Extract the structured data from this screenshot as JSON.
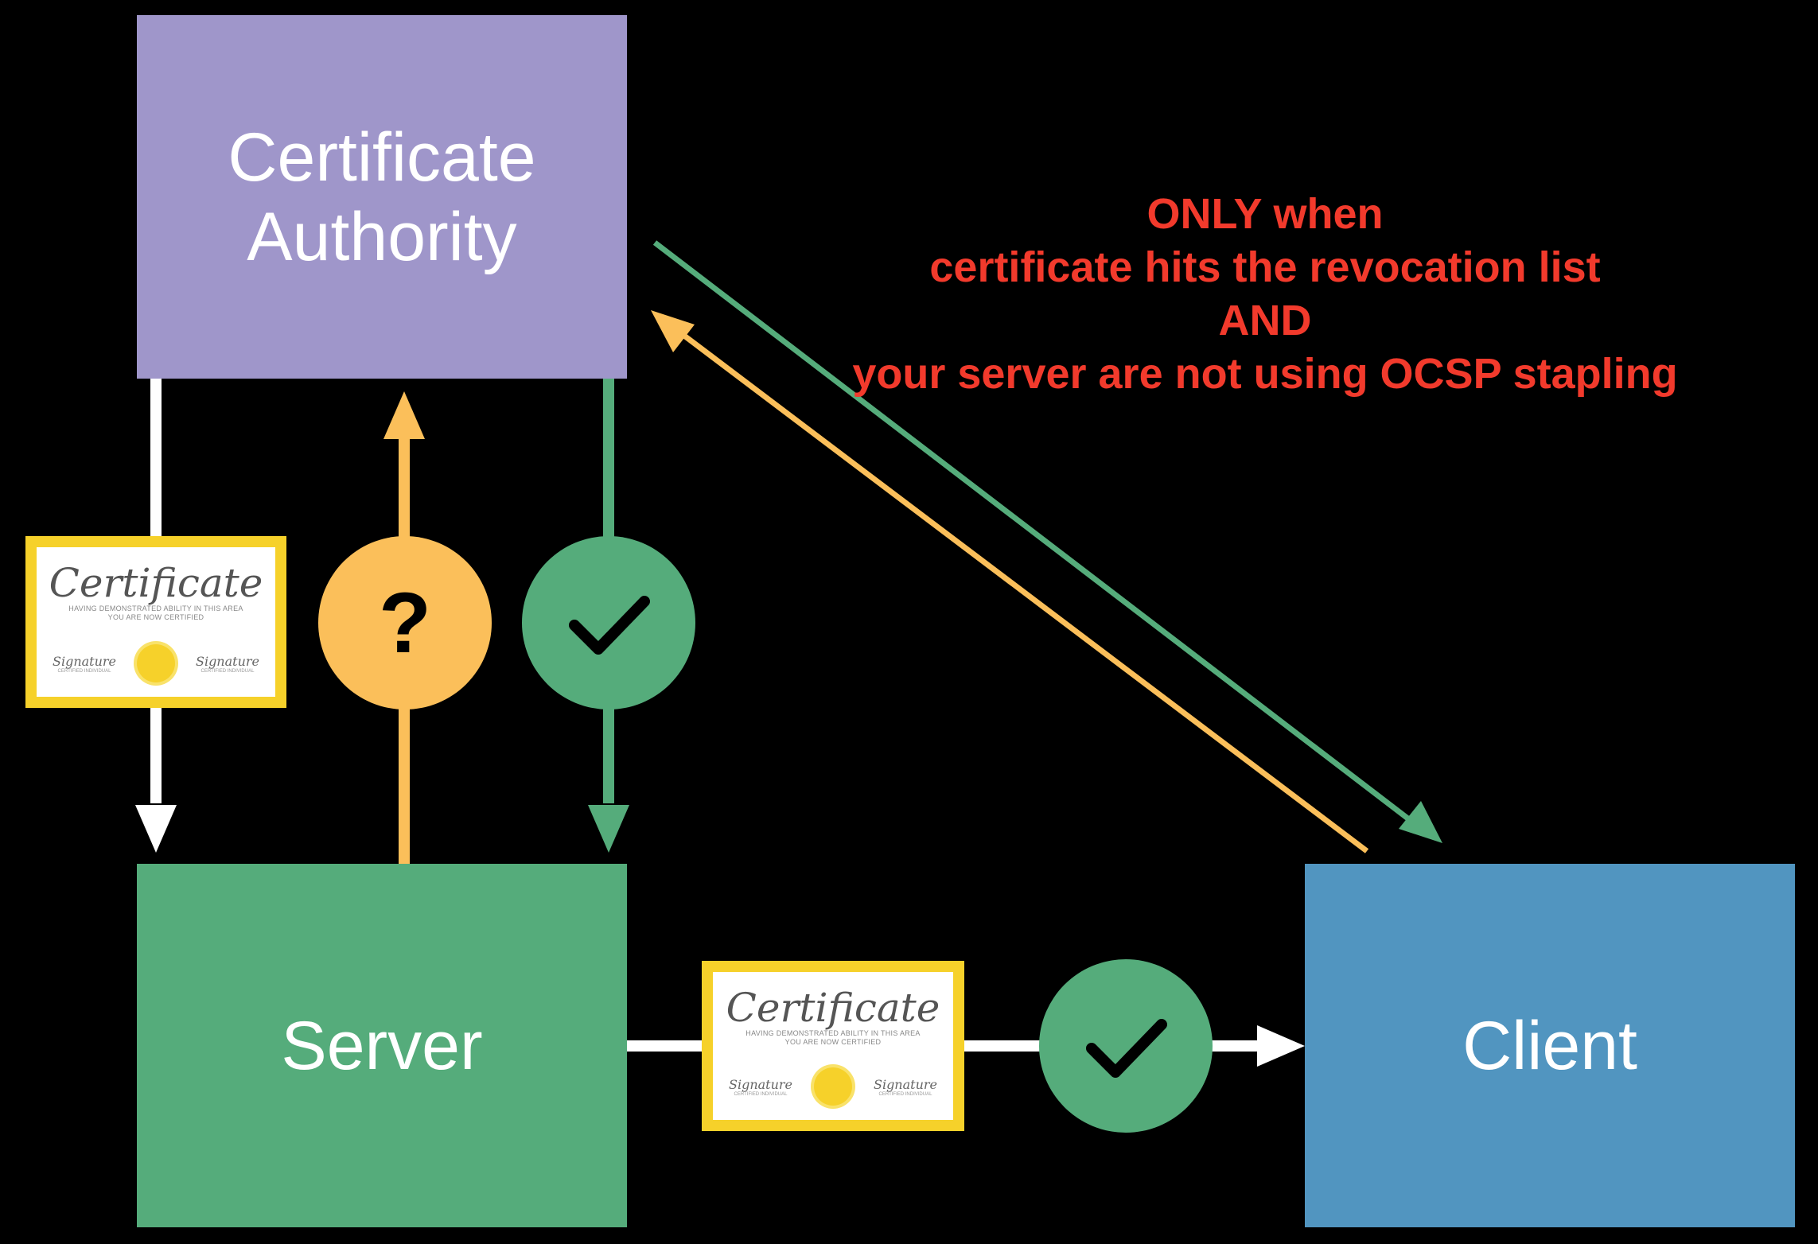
{
  "nodes": {
    "certificate_authority": {
      "line1": "Certificate",
      "line2": "Authority",
      "color": "#9f96ca"
    },
    "server": {
      "label": "Server",
      "color": "#55ac7b"
    },
    "client": {
      "label": "Client",
      "color": "#5195c0"
    }
  },
  "certificate": {
    "title": "Certificate",
    "line1": "HAVING DEMONSTRATED ABILITY IN THIS AREA",
    "line2": "YOU ARE NOW CERTIFIED",
    "signature": "Signature",
    "signature_caption": "CERTIFIED INDIVIDUAL",
    "frame_color": "#f6d12a"
  },
  "status_question": {
    "symbol": "?",
    "color": "#fbbf5a"
  },
  "status_ok": {
    "icon": "checkmark-icon",
    "color": "#55ac7b"
  },
  "note": {
    "line1": "ONLY when",
    "line2": "certificate hits the revocation list",
    "line3": "AND",
    "line4": "your server are not using OCSP stapling",
    "color": "#f23a2c"
  },
  "arrow_colors": {
    "white": "#ffffff",
    "orange": "#fbbf5a",
    "green": "#55ac7b"
  }
}
